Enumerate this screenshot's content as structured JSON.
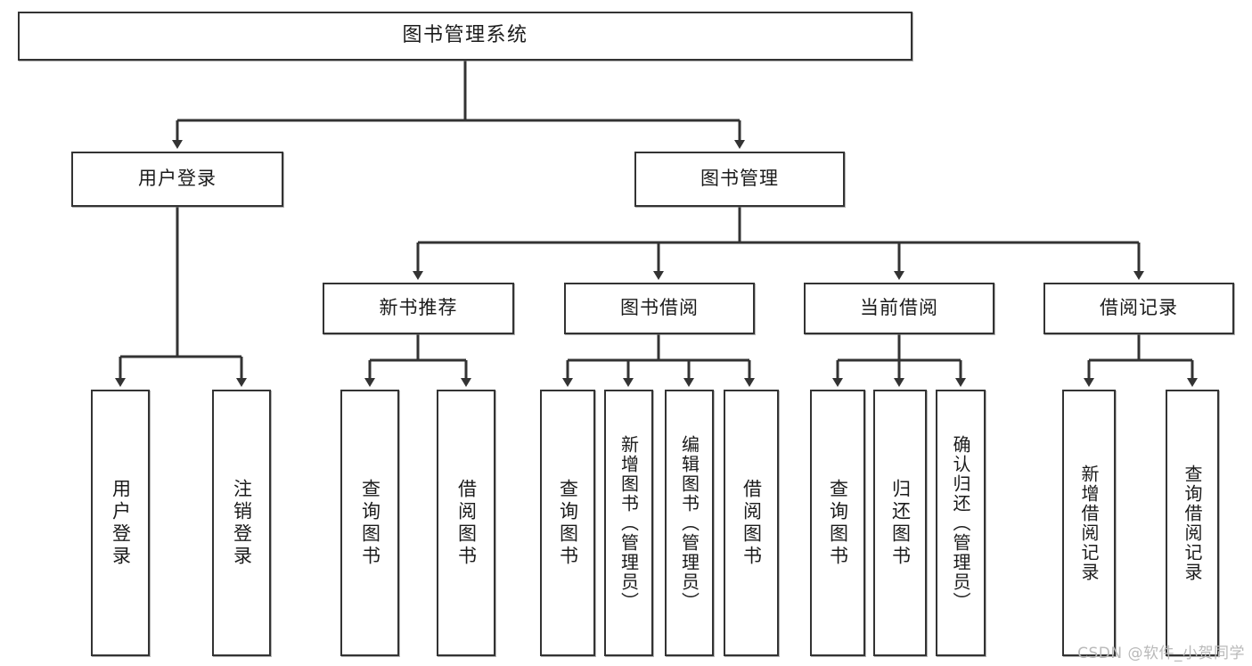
{
  "diagram": {
    "type": "tree-hierarchy",
    "title": "图书管理系统",
    "orientation": "top-down",
    "watermark": "CSDN @软件_小贺同学",
    "colors": {
      "box_border": "#333333",
      "box_fill": "#ffffff",
      "edge": "#333333",
      "text": "#1b1b1b",
      "watermark": "#b9b9b9",
      "background": "#ffffff"
    },
    "nodes": {
      "root": {
        "label": "图书管理系统",
        "level": 1
      },
      "user_login": {
        "label": "用户登录",
        "level": 2
      },
      "book_manage": {
        "label": "图书管理",
        "level": 2
      },
      "new_book_rec": {
        "label": "新书推荐",
        "level": 3
      },
      "book_borrow": {
        "label": "图书借阅",
        "level": 3
      },
      "current_borrow": {
        "label": "当前借阅",
        "level": 3
      },
      "borrow_record": {
        "label": "借阅记录",
        "level": 3
      },
      "leaf_user_login": {
        "label": "用户登录",
        "level": 4
      },
      "leaf_logout": {
        "label": "注销登录",
        "level": 4
      },
      "leaf_query_book_1": {
        "label": "查询图书",
        "level": 4
      },
      "leaf_borrow_book_1": {
        "label": "借阅图书",
        "level": 4
      },
      "leaf_query_book_2": {
        "label": "查询图书",
        "level": 4
      },
      "leaf_add_book": {
        "label": "新增图书（管理员）",
        "level": 4
      },
      "leaf_edit_book": {
        "label": "编辑图书（管理员）",
        "level": 4
      },
      "leaf_borrow_book_2": {
        "label": "借阅图书",
        "level": 4
      },
      "leaf_query_book_3": {
        "label": "查询图书",
        "level": 4
      },
      "leaf_return_book": {
        "label": "归还图书",
        "level": 4
      },
      "leaf_confirm_return": {
        "label": "确认归还（管理员）",
        "level": 4
      },
      "leaf_add_record": {
        "label": "新增借阅记录",
        "level": 4
      },
      "leaf_query_record": {
        "label": "查询借阅记录",
        "level": 4
      }
    },
    "edges": [
      {
        "from": "root",
        "to": "user_login"
      },
      {
        "from": "root",
        "to": "book_manage"
      },
      {
        "from": "user_login",
        "to": "leaf_user_login"
      },
      {
        "from": "user_login",
        "to": "leaf_logout"
      },
      {
        "from": "book_manage",
        "to": "new_book_rec"
      },
      {
        "from": "book_manage",
        "to": "book_borrow"
      },
      {
        "from": "book_manage",
        "to": "current_borrow"
      },
      {
        "from": "book_manage",
        "to": "borrow_record"
      },
      {
        "from": "new_book_rec",
        "to": "leaf_query_book_1"
      },
      {
        "from": "new_book_rec",
        "to": "leaf_borrow_book_1"
      },
      {
        "from": "book_borrow",
        "to": "leaf_query_book_2"
      },
      {
        "from": "book_borrow",
        "to": "leaf_add_book"
      },
      {
        "from": "book_borrow",
        "to": "leaf_edit_book"
      },
      {
        "from": "book_borrow",
        "to": "leaf_borrow_book_2"
      },
      {
        "from": "current_borrow",
        "to": "leaf_query_book_3"
      },
      {
        "from": "current_borrow",
        "to": "leaf_return_book"
      },
      {
        "from": "current_borrow",
        "to": "leaf_confirm_return"
      },
      {
        "from": "borrow_record",
        "to": "leaf_add_record"
      },
      {
        "from": "borrow_record",
        "to": "leaf_query_record"
      }
    ]
  }
}
